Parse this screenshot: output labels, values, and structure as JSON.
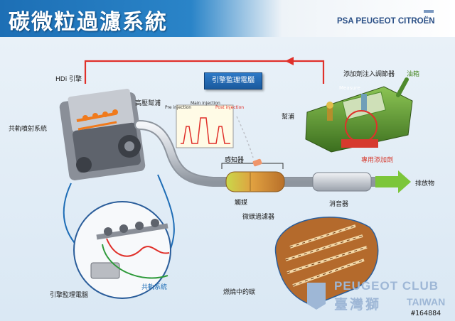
{
  "header": {
    "title": "碳微粒過濾系統",
    "brand": "PSA PEUGEOT CITROËN"
  },
  "labels": {
    "hdi_engine": "HDi 引擎",
    "high_pressure_pump": "高壓幫浦",
    "common_rail_injection": "共軌噴射系統",
    "engine_ecu": "引擎監理電腦",
    "pre_injection": "Pre injection",
    "main_injection": "Main injection",
    "post_injection": "Post injection",
    "sensor": "感知器",
    "additive_regulator": "添加劑注入調節器",
    "oil_tank": "油箱",
    "measure": "Measure",
    "pump": "幫浦",
    "special_additive": "專用添加劑",
    "exhaust": "排放物",
    "catalyst": "觸媒",
    "particulate_filter": "微碳過濾器",
    "muffler": "消音器",
    "ecu_bottom": "引擎監理電腦",
    "common_rail": "共軌系統",
    "burning_soot": "燃燒中的碳"
  },
  "watermark": {
    "club_en": "PEUGEOT CLUB",
    "club_zh": "臺灣獅",
    "club_zh_suffix": "TAIWAN",
    "id": "#164884"
  },
  "colors": {
    "header_blue": "#1d6fb5",
    "ecu_blue": "#1a5a9e",
    "wire_red": "#e0302a",
    "tank_green": "#4e8a2c",
    "exhaust_green": "#7cc63a",
    "additive_red": "#d63a2e",
    "filter_orange": "#d8863a"
  }
}
